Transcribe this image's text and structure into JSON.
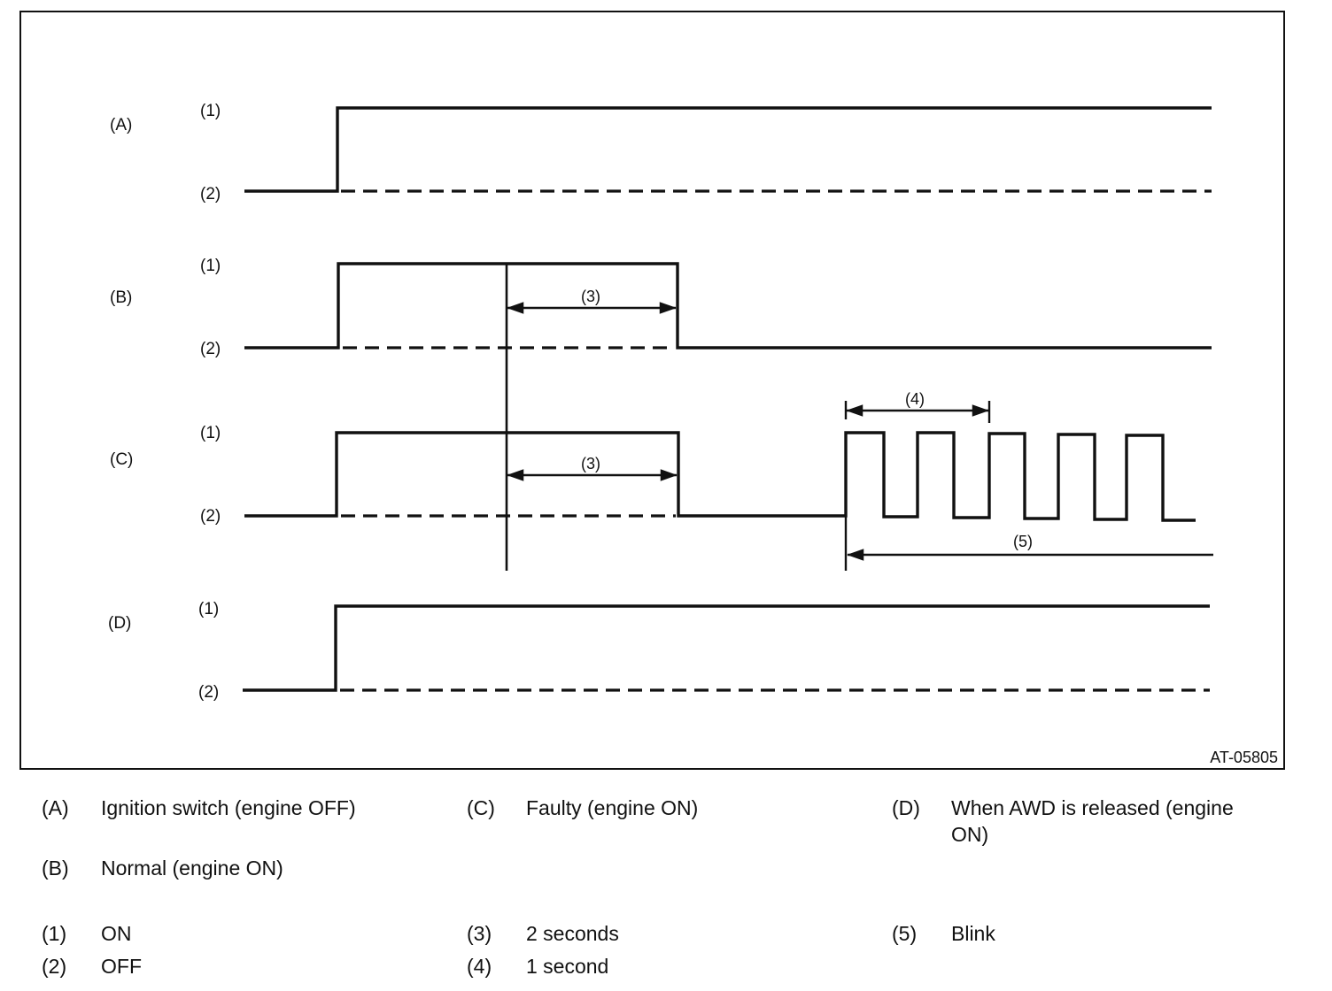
{
  "diagram": {
    "figure_id": "AT-05805",
    "rows": [
      {
        "id": "(A)",
        "on": "(1)",
        "off": "(2)"
      },
      {
        "id": "(B)",
        "on": "(1)",
        "off": "(2)"
      },
      {
        "id": "(C)",
        "on": "(1)",
        "off": "(2)"
      },
      {
        "id": "(D)",
        "on": "(1)",
        "off": "(2)"
      }
    ],
    "annotations": {
      "b_interval": "(3)",
      "c_interval": "(3)",
      "c_period": "(4)",
      "c_blink": "(5)"
    }
  },
  "legend": [
    {
      "code": "(A)",
      "text": "Ignition switch (engine OFF)"
    },
    {
      "code": "(B)",
      "text": "Normal (engine ON)"
    },
    {
      "code": "(C)",
      "text": "Faulty (engine ON)"
    },
    {
      "code": "(D)",
      "text": "When AWD is released (engine ON)"
    },
    {
      "code": "(1)",
      "text": "ON"
    },
    {
      "code": "(2)",
      "text": "OFF"
    },
    {
      "code": "(3)",
      "text": "2 seconds"
    },
    {
      "code": "(4)",
      "text": "1 second"
    },
    {
      "code": "(5)",
      "text": "Blink"
    }
  ]
}
